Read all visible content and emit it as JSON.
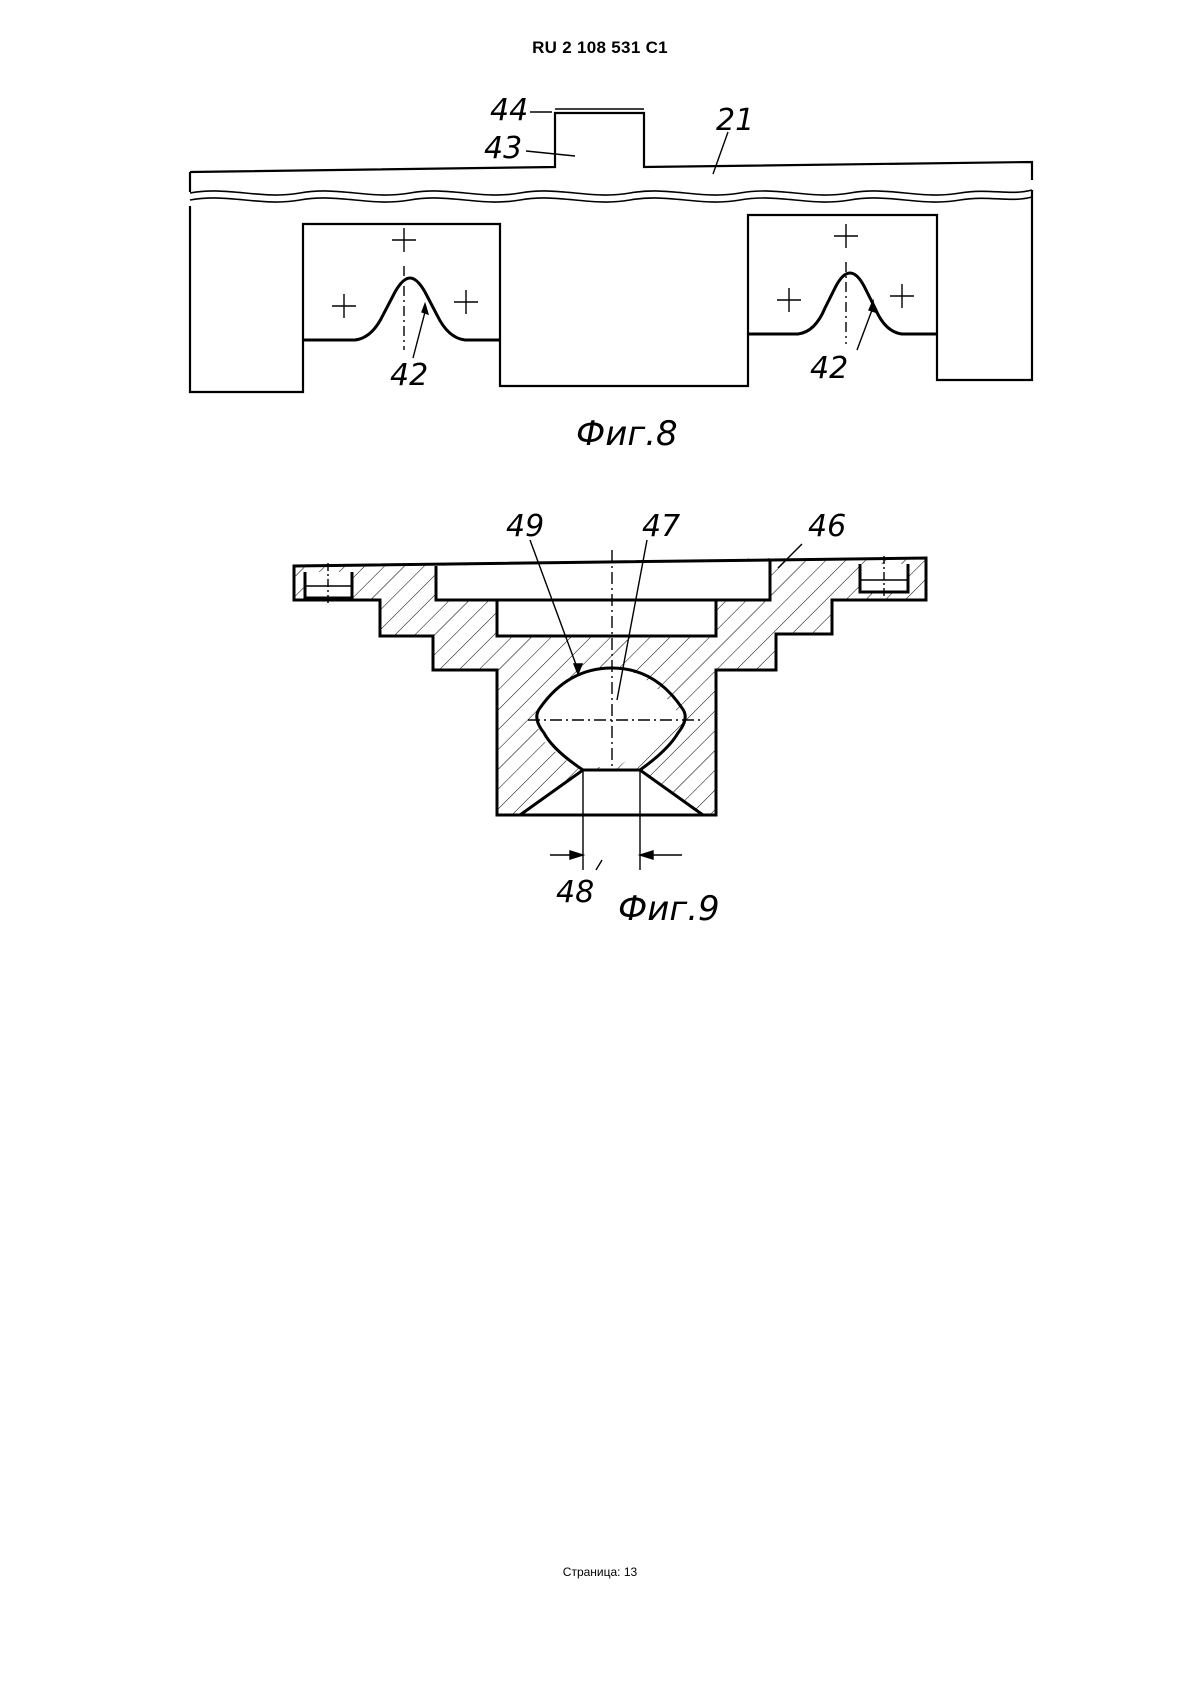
{
  "header": {
    "patent_number": "RU   2 108 531  C1"
  },
  "figure8": {
    "caption": "Фиг.8",
    "labels": {
      "l44": "44",
      "l43": "43",
      "l21": "21",
      "l42_left": "42",
      "l42_right": "42"
    }
  },
  "figure9": {
    "caption": "Фиг.9",
    "labels": {
      "l49": "49",
      "l47": "47",
      "l46": "46",
      "l48": "48"
    }
  },
  "footer": {
    "page": "Страница: 13"
  }
}
